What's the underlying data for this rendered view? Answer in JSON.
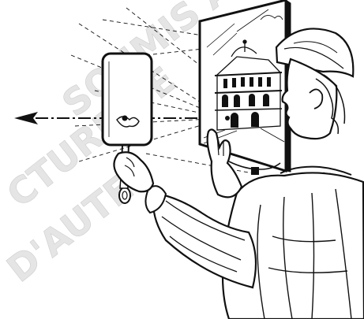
{
  "illustration": {
    "subject": "Renaissance man holding a mirror and a painted panel of a domed building, demonstrating linear perspective",
    "ink_color": "#111111",
    "paper_color": "#ffffff"
  },
  "watermark": {
    "line1": "SOUMIS AU DROIT DE NA",
    "line2": "CTURE DE",
    "line3": "D'AUTE",
    "color": "#cfcfcf"
  },
  "icons": {
    "arrow": "arrow-left-icon"
  }
}
